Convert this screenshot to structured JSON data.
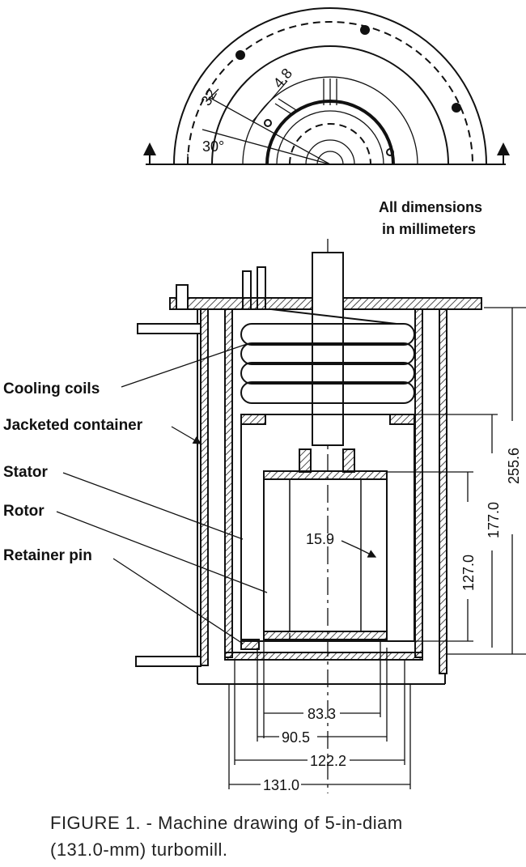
{
  "diagram": {
    "note_line1": "All dimensions",
    "note_line2": "in millimeters",
    "labels": {
      "cooling_coils": "Cooling coils",
      "jacketed_container": "Jacketed container",
      "stator": "Stator",
      "rotor": "Rotor",
      "retainer_pin": "Retainer pin"
    },
    "top_view_dims": {
      "d32": "32",
      "d48": "4.8",
      "angle": "30°"
    },
    "dims": {
      "d2556": "255.6",
      "d1770": "177.0",
      "d1270": "127.0",
      "d159": "15.9",
      "d833": "83.3",
      "d905": "90.5",
      "d1222": "122.2",
      "d1310": "131.0"
    }
  },
  "caption": {
    "line1": "FIGURE 1. - Machine drawing of 5-in-diam",
    "line2": "(131.0-mm) turbomill."
  }
}
